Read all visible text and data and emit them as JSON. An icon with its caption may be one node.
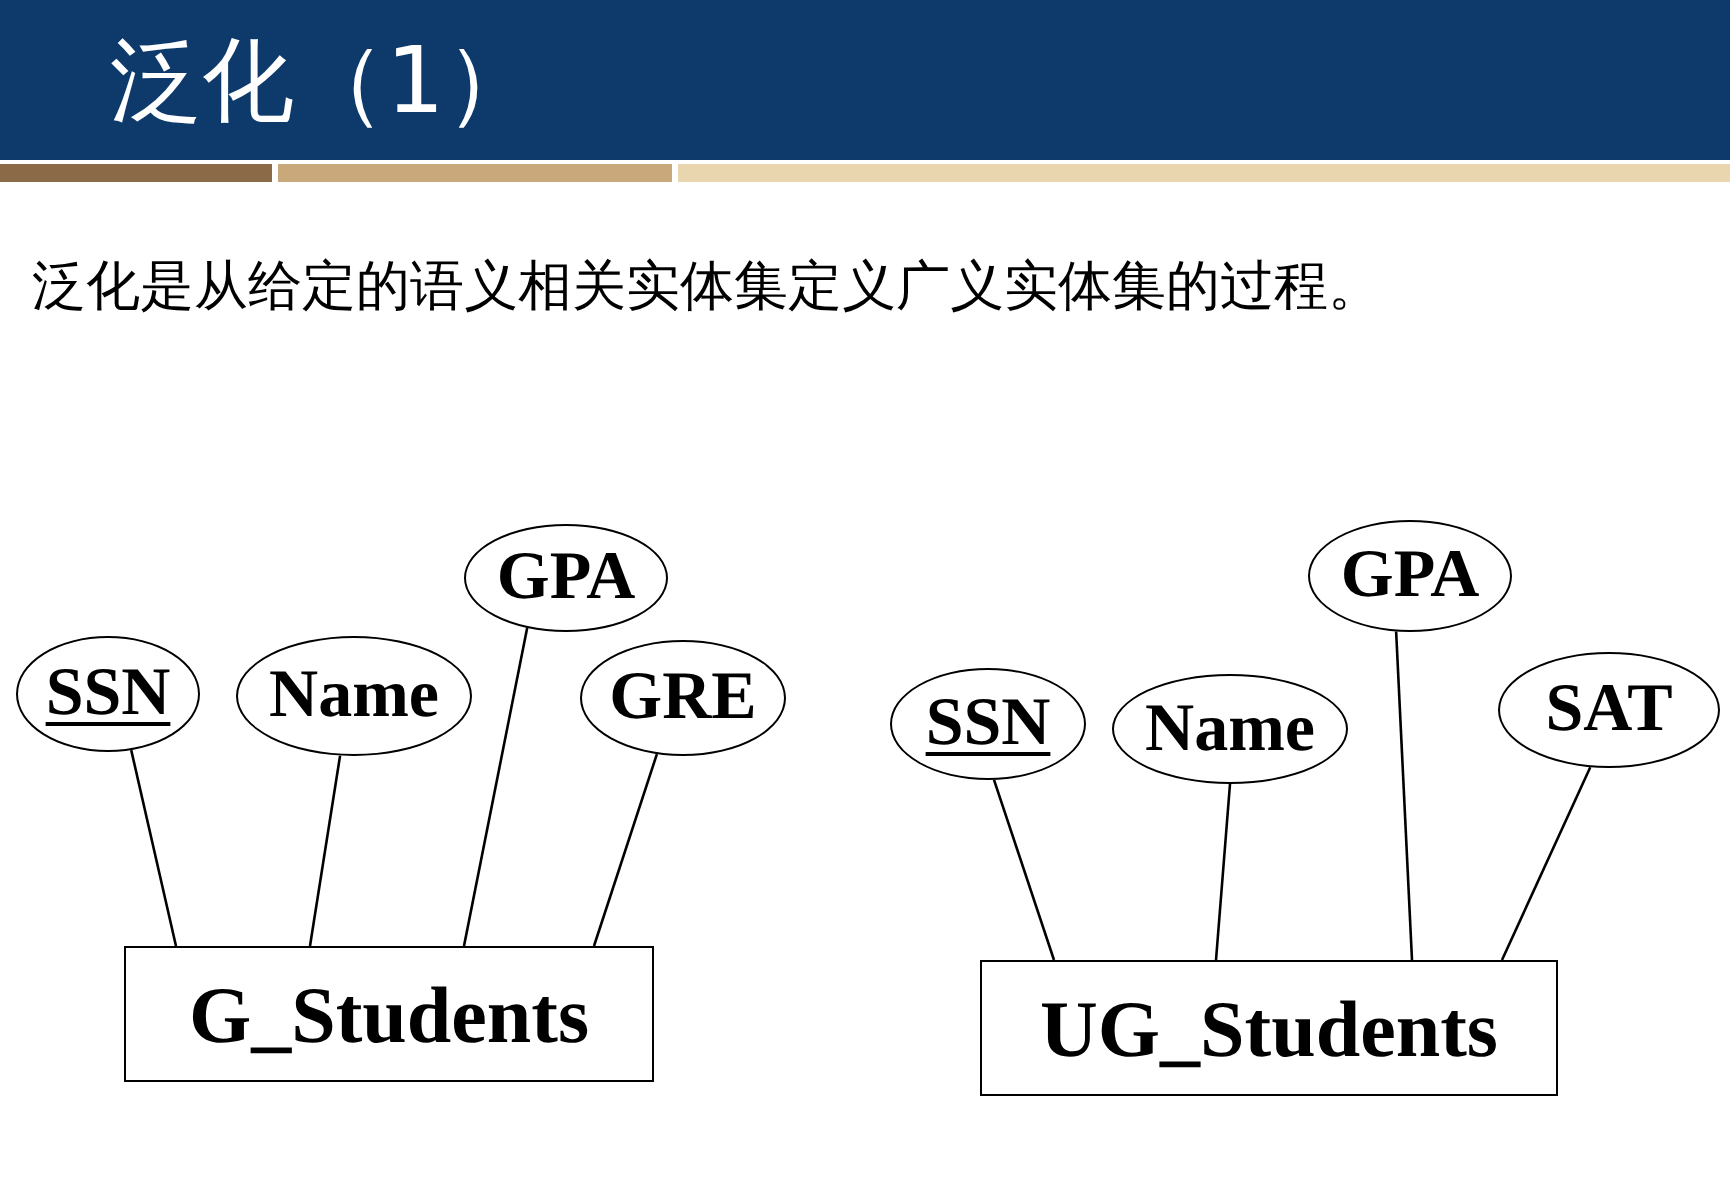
{
  "diagram": {
    "title": "泛化（1）",
    "caption": "泛化是从给定的语义相关实体集定义广义实体集的过程。",
    "nodes": [
      {
        "text": [
          "SSN"
        ]
      },
      {
        "text": [
          "Name"
        ]
      },
      {
        "text": [
          "GPA"
        ]
      },
      {
        "text": [
          "GRE"
        ]
      },
      {
        "text": [
          "G_Students"
        ]
      },
      {
        "text": [
          "SSN"
        ]
      },
      {
        "text": [
          "Name"
        ]
      },
      {
        "text": [
          "GPA"
        ]
      },
      {
        "text": [
          "SAT"
        ]
      },
      {
        "text": [
          "UG_Students"
        ]
      }
    ],
    "edges": [
      {
        "from": 0,
        "to": 4,
        "arrow": "none"
      },
      {
        "from": 1,
        "to": 4,
        "arrow": "none"
      },
      {
        "from": 2,
        "to": 4,
        "arrow": "none"
      },
      {
        "from": 3,
        "to": 4,
        "arrow": "none"
      },
      {
        "from": 5,
        "to": 9,
        "arrow": "none"
      },
      {
        "from": 6,
        "to": 9,
        "arrow": "none"
      },
      {
        "from": 7,
        "to": 9,
        "arrow": "none"
      },
      {
        "from": 8,
        "to": 9,
        "arrow": "none"
      }
    ]
  }
}
